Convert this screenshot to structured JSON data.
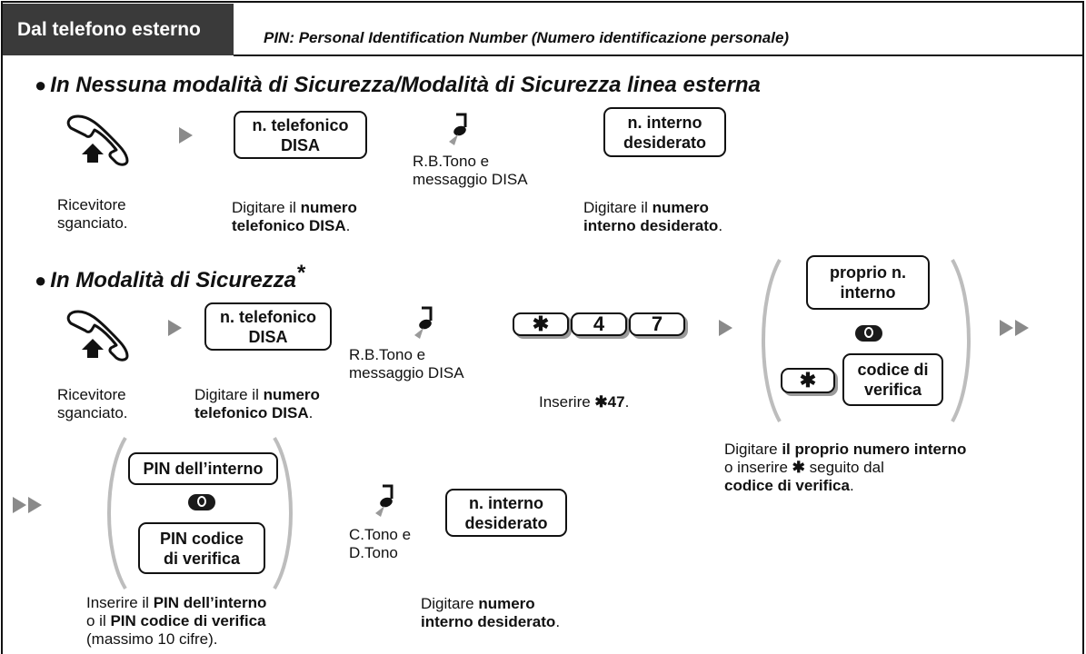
{
  "tab": {
    "label": "Dal telefono esterno"
  },
  "pin_note": "PIN: Personal Identification Number (Numero identificazione personale)",
  "section1": {
    "bullet": "●",
    "heading": "In Nessuna modalità di Sicurezza/Modalità di Sicurezza linea esterna",
    "handset_caption_1": "Ricevitore",
    "handset_caption_2": "sganciato.",
    "disa_key_1": "n. telefonico",
    "disa_key_2": "DISA",
    "dial_disa_pre": "Digitare il ",
    "dial_disa_bold1": "numero",
    "dial_disa_bold2": "telefonico DISA",
    "period": ".",
    "tone_1": "R.B.Tono e",
    "tone_2": "messaggio DISA",
    "ext_key_1": "n. interno",
    "ext_key_2": "desiderato",
    "dial_ext_pre": "Digitare il ",
    "dial_ext_bold1": "numero",
    "dial_ext_bold2": "interno desiderato"
  },
  "section2": {
    "bullet": "●",
    "heading": "In Modalità  di Sicurezza",
    "asterisk": "*",
    "handset_caption_1": "Ricevitore",
    "handset_caption_2": "sganciato.",
    "disa_key_1": "n. telefonico",
    "disa_key_2": "DISA",
    "dial_disa_pre": "Digitare il ",
    "dial_disa_bold1": "numero",
    "dial_disa_bold2": "telefonico DISA",
    "period": ".",
    "tone_1": "R.B.Tono e",
    "tone_2": "messaggio DISA",
    "key_star": "✱",
    "key_4": "4",
    "key_7": "7",
    "enter_pre": "Inserire ",
    "enter_bold": "✱47",
    "own_key_1": "proprio n.",
    "own_key_2": "interno",
    "or_label": "O",
    "verify_key_1": "codice di",
    "verify_key_2": "verifica",
    "instr_pre": "Digitare ",
    "instr_bold1": "il proprio numero interno",
    "instr_2": "o inserire ",
    "instr_star": "✱",
    "instr_2b": " seguito dal",
    "instr_bold3": "codice di verifica"
  },
  "section3": {
    "pin_ext_key": "PIN dell’interno",
    "or_label": "O",
    "pin_code_key_1": "PIN codice",
    "pin_code_key_2": "di verifica",
    "pin_line1_pre": "Inserire il ",
    "pin_line1_bold": "PIN dell’interno",
    "pin_line2_pre": "o il ",
    "pin_line2_bold": "PIN codice di verifica",
    "pin_line3": "(massimo 10 cifre).",
    "tone_1": "C.Tono e",
    "tone_2": "D.Tono",
    "ext_key_1": "n. interno",
    "ext_key_2": "desiderato",
    "dial_pre": "Digitare ",
    "dial_bold1": "numero",
    "dial_bold2": "interno desiderato",
    "period": "."
  }
}
